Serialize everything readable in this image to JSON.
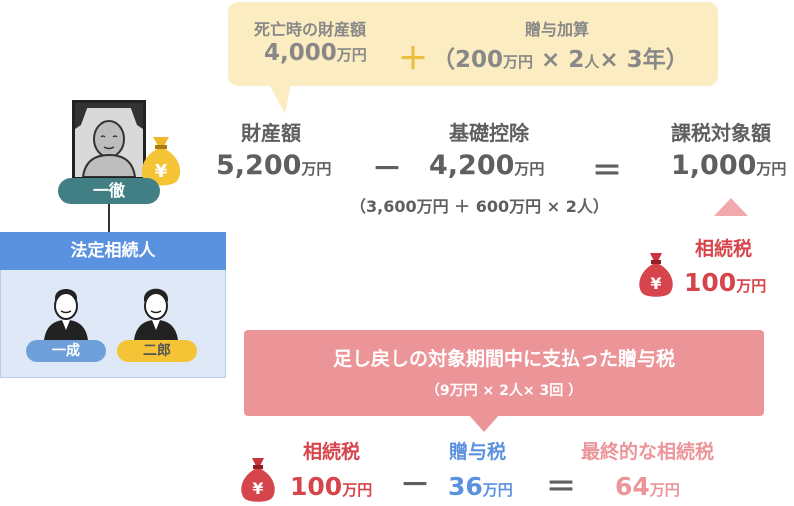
{
  "top_callout": {
    "left_label": "死亡時の財産額",
    "left_amount": "4,000",
    "plus": "＋",
    "right_label": "贈与加算",
    "right_open": "（200",
    "right_mid": " × 2",
    "right_tail": "× 3年）"
  },
  "units": {
    "man_yen": "万円",
    "people": "人"
  },
  "formula": {
    "assets_heading": "財産額",
    "assets_value": "5,200",
    "minus": "－",
    "deduction_heading": "基礎控除",
    "deduction_value": "4,200",
    "deduction_note": "（3,600万円 ＋ 600万円 × 2人）",
    "equals": "＝",
    "taxable_heading": "課税対象額",
    "taxable_value": "1,000"
  },
  "inheritance_tax": {
    "label": "相続税",
    "value": "100"
  },
  "family": {
    "deceased": "一徹",
    "heirs_heading": "法定相続人",
    "heir1": "一成",
    "heir2": "二郎"
  },
  "gift_callout": {
    "title": "足し戻しの対象期間中に支払った贈与税",
    "subtitle": "（9万円 × 2人× 3回 ）"
  },
  "final": {
    "tax_label": "相続税",
    "tax_value": "100",
    "minus": "－",
    "gift_label": "贈与税",
    "gift_value": "36",
    "equals": "＝",
    "result_label": "最終的な相続税",
    "result_value": "64"
  },
  "colors": {
    "callout_yellow": "#fbedc1",
    "callout_pink": "#ec9599",
    "accent_red": "#d6454b",
    "accent_blue": "#5b92df",
    "accent_teal": "#417f85"
  },
  "icons": [
    "money-bag-icon",
    "deceased-portrait-icon",
    "heir-avatar-icon"
  ]
}
